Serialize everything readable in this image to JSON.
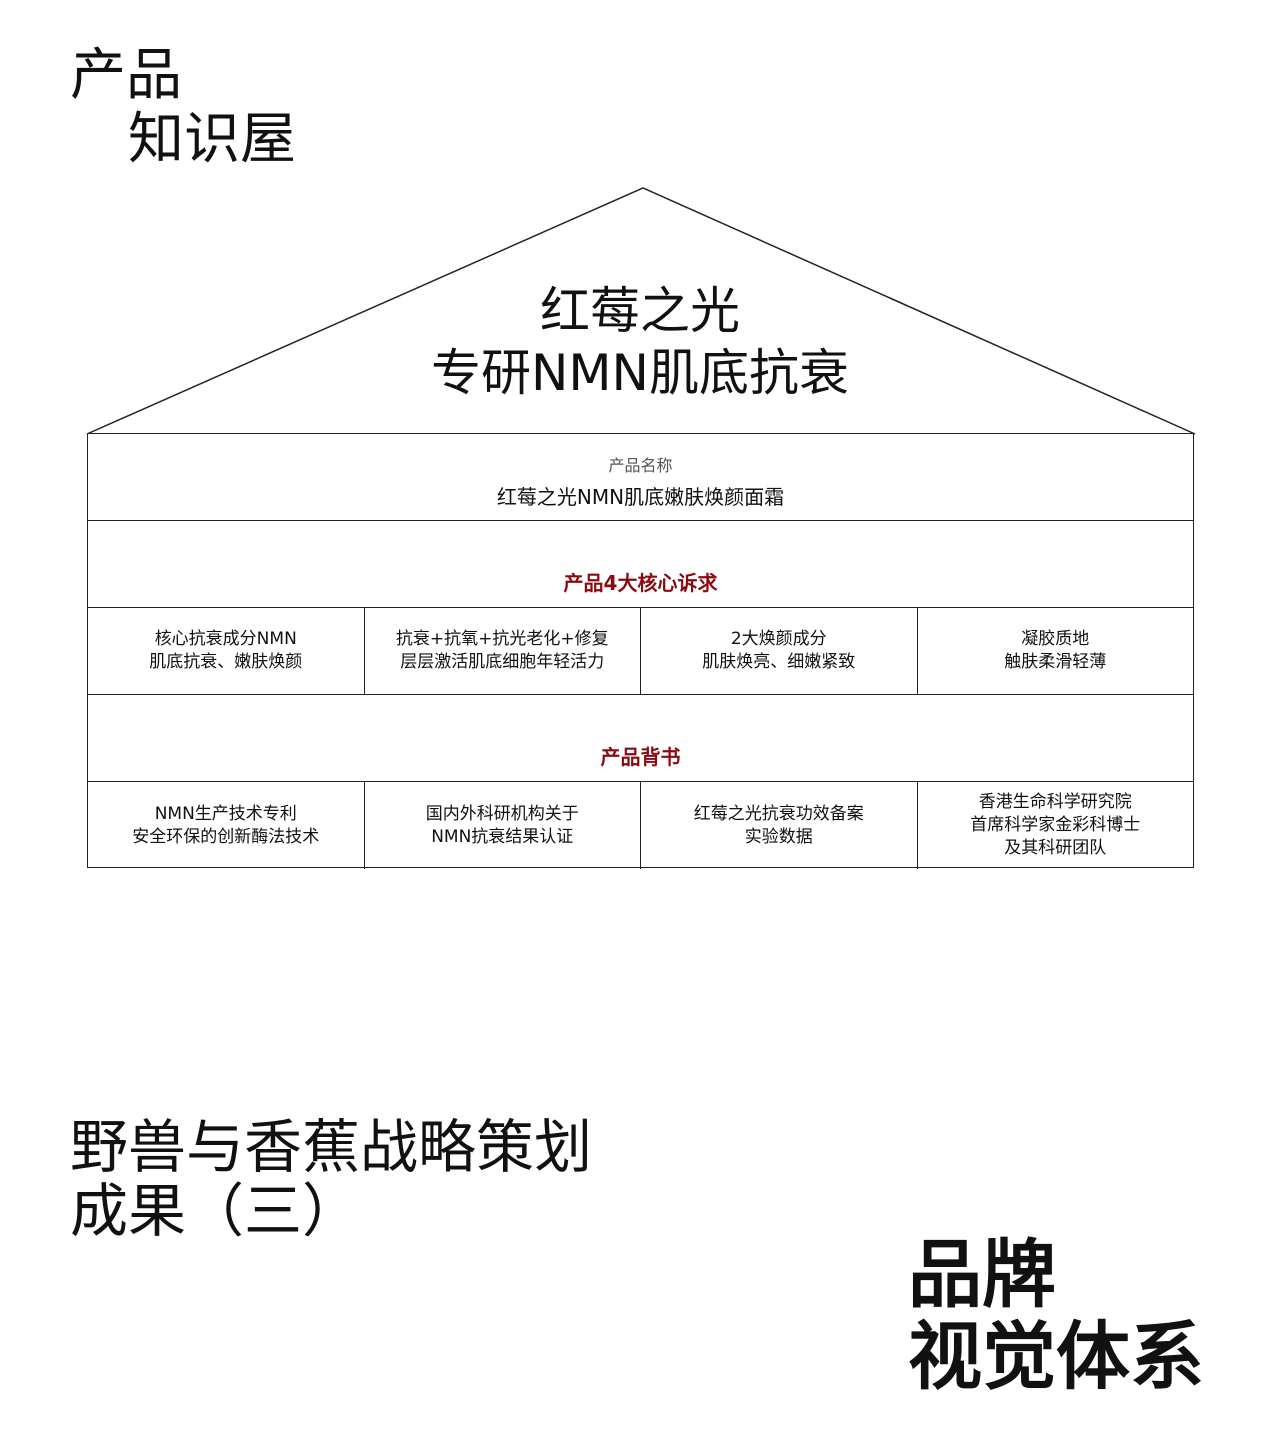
{
  "headings": {
    "top": [
      "产品",
      "知识屋"
    ],
    "middle": [
      "野兽与香蕉战略策划",
      "成果（三）"
    ],
    "bottom": [
      "品牌",
      "视觉体系"
    ]
  },
  "house": {
    "roof_title": [
      "红莓之光",
      "专研NMN肌底抗衰"
    ],
    "product_name_label": "产品名称",
    "product_name": "红莓之光NMN肌底嫩肤焕颜面霜",
    "appeals_title": "产品4大核心诉求",
    "appeals": [
      [
        "核心抗衰成分NMN",
        "肌底抗衰、嫩肤焕颜"
      ],
      [
        "抗衰+抗氧+抗光老化+修复",
        "层层激活肌底细胞年轻活力"
      ],
      [
        "2大焕颜成分",
        "肌肤焕亮、细嫩紧致"
      ],
      [
        "凝胶质地",
        "触肤柔滑轻薄"
      ]
    ],
    "endorsement_title": "产品背书",
    "endorsements": [
      [
        "NMN生产技术专利",
        "安全环保的创新酶法技术"
      ],
      [
        "国内外科研机构关于",
        "NMN抗衰结果认证"
      ],
      [
        "红莓之光抗衰功效备案",
        "实验数据"
      ],
      [
        "香港生命科学研究院",
        "首席科学家金彩科博士",
        "及其科研团队"
      ]
    ]
  },
  "colors": {
    "accent": "#8b0a12",
    "line": "#222222",
    "text": "#111111"
  }
}
